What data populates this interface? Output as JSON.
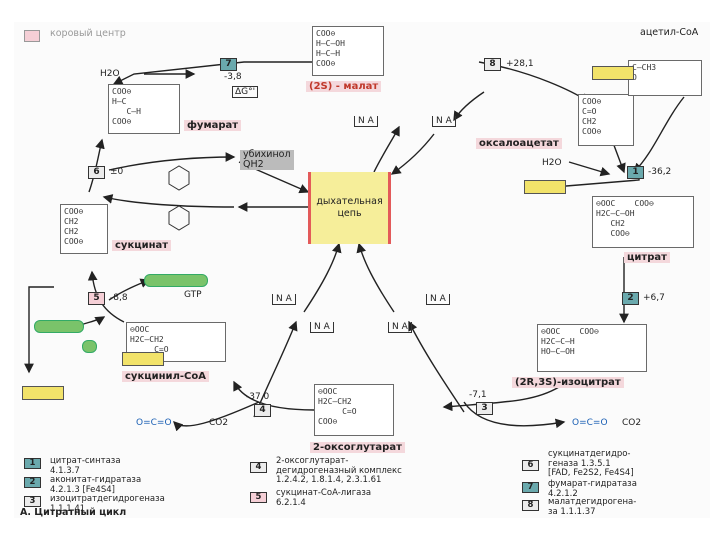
{
  "legend_title": "коровый центр",
  "caption": "А. Цитратный цикл",
  "colors": {
    "green": "#2e8b57",
    "cyan": "#6aa9ad",
    "pink": "#f5cfd6",
    "yellow": "#f2e36a",
    "resp_fill": "#f6ee9a",
    "resp_border": "#e35a5a",
    "step_gray": "#dcdcdc"
  },
  "molecules": {
    "malate": {
      "formula": "COO⊖\nH—C—OH\nH—C—H\nCOO⊖",
      "label": "(2S) - малат"
    },
    "fumarate": {
      "formula": "COO⊖\nH—C\n   C—H\nCOO⊖",
      "label": "фумарат"
    },
    "succinate": {
      "formula": "COO⊖\nCH2\nCH2\nCOO⊖",
      "label": "сукцинат"
    },
    "succinyl_coa": {
      "formula": "⊖OOC\nH2C—CH2\n     C=O",
      "label": "сукцинил-CoA"
    },
    "oxoglutarate": {
      "formula": "⊖OOC\nH2C—CH2\n     C=O\nCOO⊖",
      "label": "2-оксоглутарат"
    },
    "isocitrate": {
      "formula": "⊖OOC    COO⊖\nH2C—C—H\nHO—C—OH",
      "label": "(2R,3S)-изоцитрат"
    },
    "citrate": {
      "formula": "⊖OOC    COO⊖\nH2C—C—OH\n   CH2\n   COO⊖",
      "label": "цитрат"
    },
    "oxaloacetate": {
      "formula": "COO⊖\nC=O\nCH2\nCOO⊖",
      "label": "оксалоацетат"
    },
    "acetyl_coa": {
      "formula": "C—CH3\nO",
      "label": "ацетил-CoA"
    },
    "ubiquinol": {
      "label": "убихинол\nQH2"
    }
  },
  "small_labels": {
    "h2o_top": "H2O",
    "h2o_right": "H2O",
    "gtp": "GTP",
    "co2_left": "CO2",
    "co2_right": "CO2",
    "dg_label": "ΔG°'",
    "resp_chain": "дыхательная\nцепь",
    "o_c_o": "O=C=O"
  },
  "steps": [
    {
      "n": "1",
      "dg": "-36,2"
    },
    {
      "n": "2",
      "dg": "+6,7"
    },
    {
      "n": "3",
      "dg": "-7,1"
    },
    {
      "n": "4",
      "dg": "-37,0"
    },
    {
      "n": "5",
      "dg": "-8,8"
    },
    {
      "n": "6",
      "dg": "±0"
    },
    {
      "n": "7",
      "dg": "-3,8"
    },
    {
      "n": "8",
      "dg": "+28,1"
    }
  ],
  "legend": [
    {
      "n": "1",
      "text": "цитрат-синтаза\n4.1.3.7"
    },
    {
      "n": "2",
      "text": "аконитат-гидратаза\n4.2.1.3 [Fe4S4]"
    },
    {
      "n": "3",
      "text": "изоцитратдегидрогеназа\n1.1.1.41"
    },
    {
      "n": "4",
      "text": "2-оксоглутарат-\nдегидрогеназный комплекс\n1.2.4.2, 1.8.1.4, 2.3.1.61"
    },
    {
      "n": "5",
      "text": "сукцинат-CoA-лигаза\n6.2.1.4"
    },
    {
      "n": "6",
      "text": "сукцинатдегидро-\nгеназа 1.3.5.1\n[FAD, Fe2S2, Fe4S4]"
    },
    {
      "n": "7",
      "text": "фумарат-гидратаза\n4.2.1.2"
    },
    {
      "n": "8",
      "text": "малатдегидрогена-\nза 1.1.1.37"
    }
  ],
  "nad_label": "N A"
}
